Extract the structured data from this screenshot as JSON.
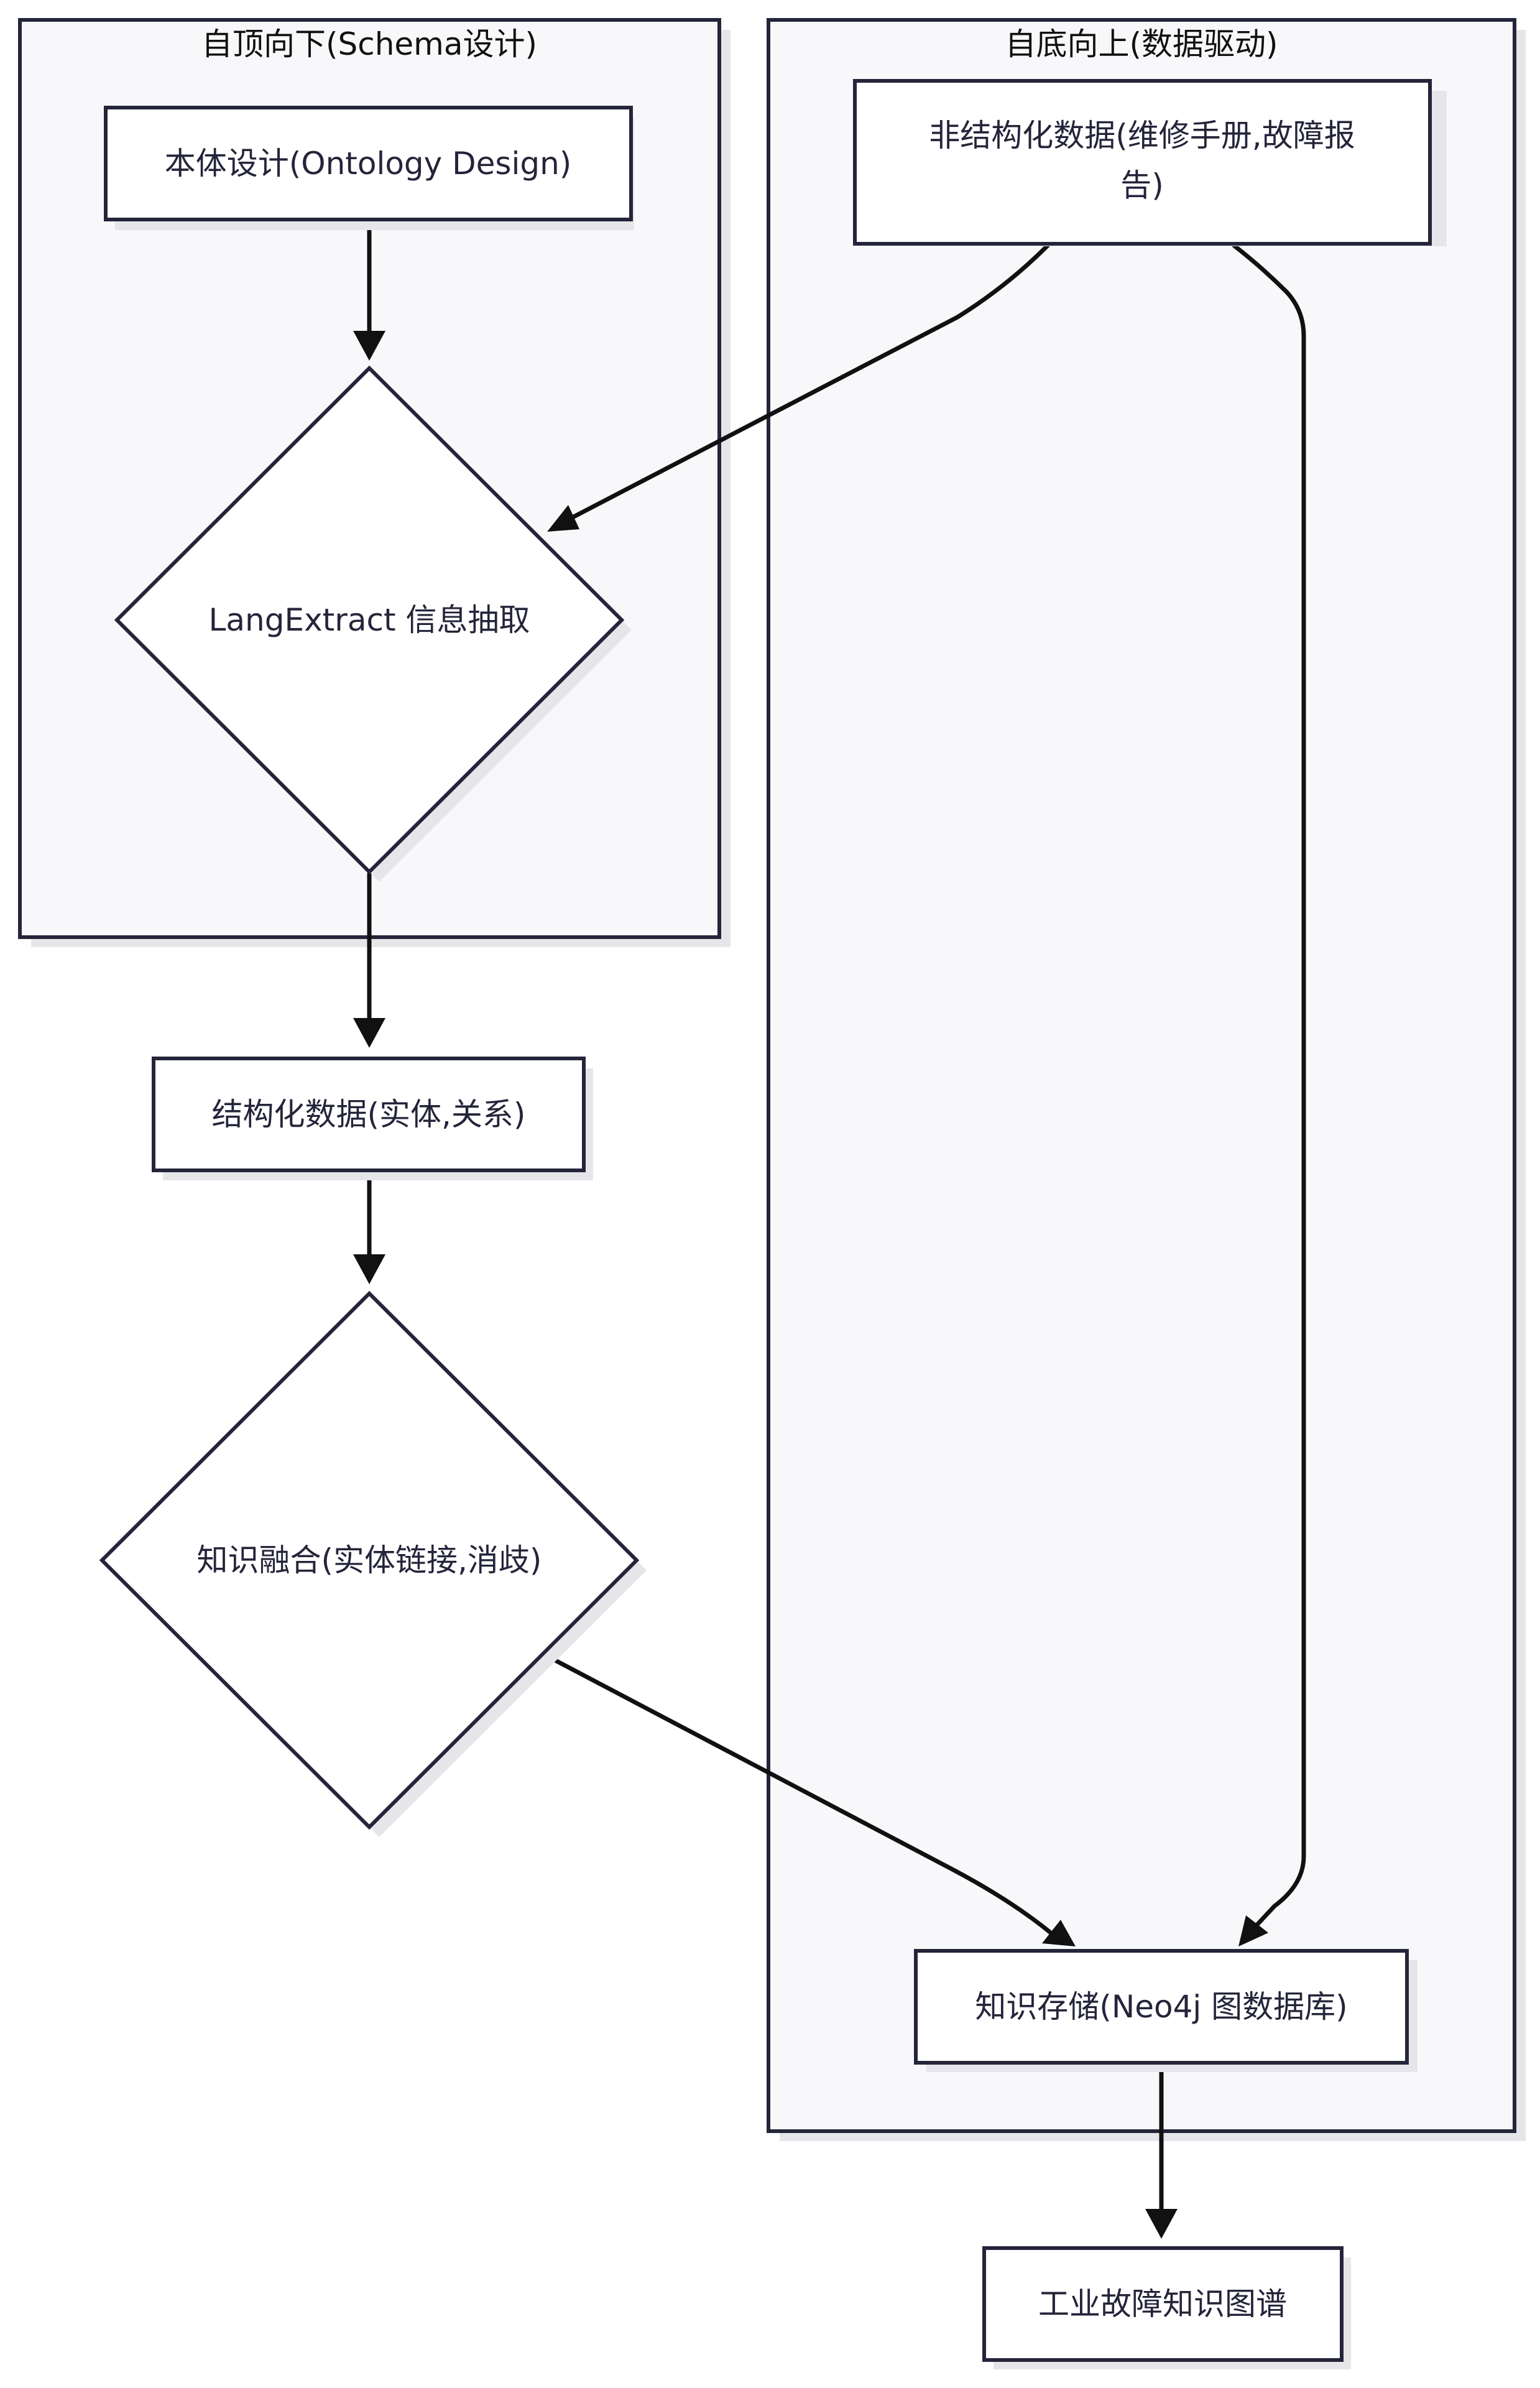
{
  "clusters": {
    "top_down": {
      "label": "自顶向下(Schema设计)"
    },
    "bottom_up": {
      "label": "自底向上(数据驱动)"
    }
  },
  "nodes": {
    "ontology_design": {
      "label": "本体设计(Ontology Design)"
    },
    "unstructured_data": {
      "label_line1": "非结构化数据(维修手册,故障报",
      "label_line2": "告)"
    },
    "langextract": {
      "label": "LangExtract 信息抽取"
    },
    "structured_data": {
      "label": "结构化数据(实体,关系)"
    },
    "knowledge_fusion": {
      "label": "知识融合(实体链接,消歧)"
    },
    "knowledge_storage": {
      "label": "知识存储(Neo4j 图数据库)"
    },
    "industrial_kg": {
      "label": "工业故障知识图谱"
    }
  },
  "edges": [
    {
      "from": "ontology_design",
      "to": "langextract"
    },
    {
      "from": "unstructured_data",
      "to": "langextract"
    },
    {
      "from": "unstructured_data",
      "to": "knowledge_storage"
    },
    {
      "from": "langextract",
      "to": "structured_data"
    },
    {
      "from": "structured_data",
      "to": "knowledge_fusion"
    },
    {
      "from": "knowledge_fusion",
      "to": "knowledge_storage"
    },
    {
      "from": "knowledge_storage",
      "to": "industrial_kg"
    }
  ]
}
